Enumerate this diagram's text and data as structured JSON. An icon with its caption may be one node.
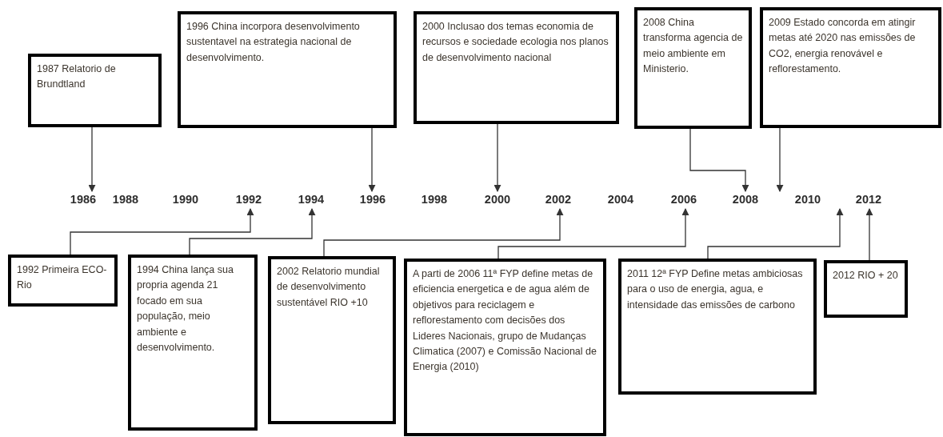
{
  "diagram": {
    "nodes": [
      {
        "text": [
          "1987 Relatorio de Brundtland"
        ]
      },
      {
        "text": [
          "1996 China incorpora desenvolvimento sustentavel na estrategia nacional de desenvolvimento."
        ]
      },
      {
        "text": [
          "2000 Inclusao dos temas economia de recursos e sociedade ecologia nos planos de desenvolvimento nacional"
        ]
      },
      {
        "text": [
          "2008 China transforma agencia de meio ambiente em Ministerio."
        ]
      },
      {
        "text": [
          "2009 Estado concorda em atingir metas até 2020 nas emissões de CO2, energia renovável e reflorestamento."
        ]
      },
      {
        "text": [
          "1986"
        ]
      },
      {
        "text": [
          "1988"
        ]
      },
      {
        "text": [
          "1990"
        ]
      },
      {
        "text": [
          "1992"
        ]
      },
      {
        "text": [
          "1994"
        ]
      },
      {
        "text": [
          "1996"
        ]
      },
      {
        "text": [
          "1998"
        ]
      },
      {
        "text": [
          "2000"
        ]
      },
      {
        "text": [
          "2002"
        ]
      },
      {
        "text": [
          "2004"
        ]
      },
      {
        "text": [
          "2006"
        ]
      },
      {
        "text": [
          "2008"
        ]
      },
      {
        "text": [
          "2010"
        ]
      },
      {
        "text": [
          "2012"
        ]
      },
      {
        "text": [
          "1992 Primeira ECO-Rio"
        ]
      },
      {
        "text": [
          "1994 China lança sua propria agenda 21 focado em sua população, meio ambiente e desenvolvimento."
        ]
      },
      {
        "text": [
          "2002 Relatorio mundial de desenvolvimento sustentável RIO +10"
        ]
      },
      {
        "text": [
          "A parti de 2006 11ª FYP define metas de eficiencia energetica e de agua além de objetivos para reciclagem e reflorestamento com decisões dos Lideres Nacionais, grupo de Mudanças Climatica (2007) e Comissão Nacional de Energia (2010)"
        ]
      },
      {
        "text": [
          "2011 12ª FYP Define metas ambiciosas para o uso de energia, agua, e intensidade das emissões de carbono"
        ]
      },
      {
        "text": [
          "2012 RIO + 20"
        ]
      }
    ],
    "edges": [
      {
        "from": 0,
        "to": 5,
        "arrow": "to"
      },
      {
        "from": 1,
        "to": 10,
        "arrow": "to"
      },
      {
        "from": 2,
        "to": 12,
        "arrow": "to"
      },
      {
        "from": 3,
        "to": 16,
        "arrow": "to"
      },
      {
        "from": 4,
        "to": 17,
        "arrow": "to"
      },
      {
        "from": 19,
        "to": 8,
        "arrow": "to"
      },
      {
        "from": 20,
        "to": 9,
        "arrow": "to"
      },
      {
        "from": 21,
        "to": 13,
        "arrow": "to"
      },
      {
        "from": 22,
        "to": 15,
        "arrow": "to"
      },
      {
        "from": 23,
        "to": 17,
        "arrow": "to"
      },
      {
        "from": 24,
        "to": 18,
        "arrow": "to"
      }
    ]
  }
}
